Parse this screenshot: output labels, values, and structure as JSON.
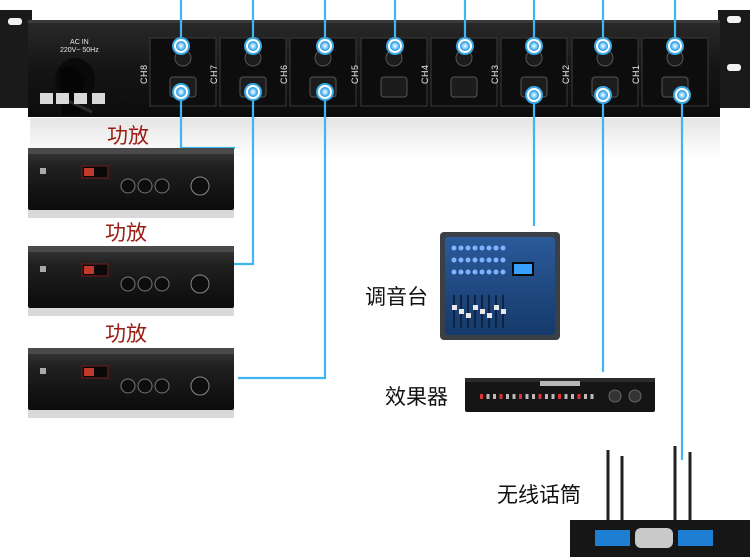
{
  "power_sequencer": {
    "ac_in_label": "AC IN",
    "ac_in_spec": "220V~ 50Hz",
    "channels": [
      "CH8",
      "CH7",
      "CH6",
      "CH5",
      "CH4",
      "CH3",
      "CH2",
      "CH1"
    ]
  },
  "devices": {
    "amp_1": "功放",
    "amp_2": "功放",
    "amp_3": "功放",
    "mixer": "调音台",
    "effects": "效果器",
    "wireless_mic": "无线话筒"
  },
  "colors": {
    "cable": "#3fb6f0",
    "node": "#38a8e6",
    "chassis": "#1e1e1e",
    "amp_label": "#9a1b12"
  }
}
